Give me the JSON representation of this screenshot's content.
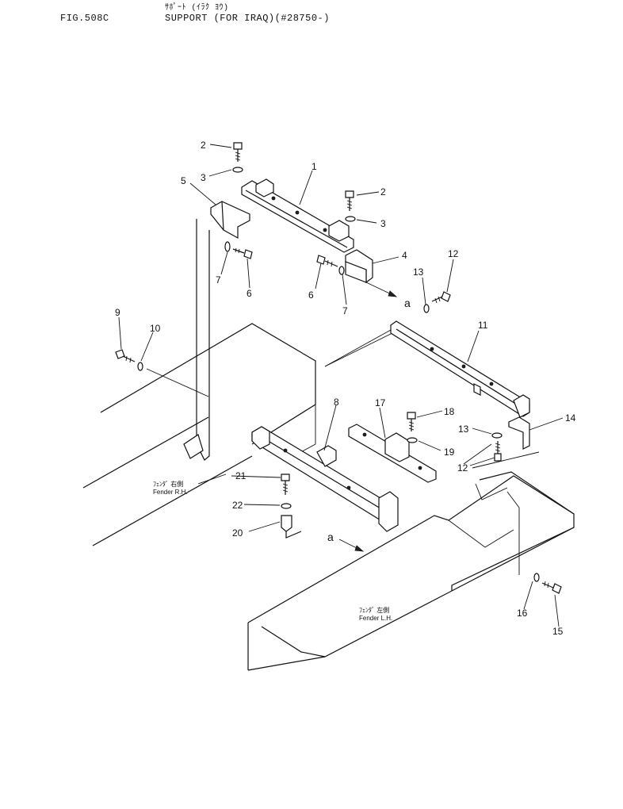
{
  "header": {
    "fig_id": "FIG.508C",
    "title_jp": "ｻﾎﾟｰﾄ (ｲﾗｸ ﾖｳ)",
    "title_en": "SUPPORT (FOR IRAQ)(#28750-)"
  },
  "callouts": {
    "c1": "1",
    "c2a": "2",
    "c2b": "2",
    "c3a": "3",
    "c3b": "3",
    "c4": "4",
    "c5": "5",
    "c6a": "6",
    "c6b": "6",
    "c7a": "7",
    "c7b": "7",
    "c8": "8",
    "c9": "9",
    "c10": "10",
    "c11": "11",
    "c12a": "12",
    "c12b": "12",
    "c13a": "13",
    "c13b": "13",
    "c14": "14",
    "c15": "15",
    "c16": "16",
    "c17": "17",
    "c18": "18",
    "c19": "19",
    "c20": "20",
    "c21": "21",
    "c22": "22",
    "ref_a1": "a",
    "ref_a2": "a"
  },
  "labels": {
    "fender_rh_jp": "ﾌｪﾝﾀﾞ 右側",
    "fender_rh_en": "Fender R.H.",
    "fender_lh_jp": "ﾌｪﾝﾀﾞ 左側",
    "fender_lh_en": "Fender L.H."
  }
}
